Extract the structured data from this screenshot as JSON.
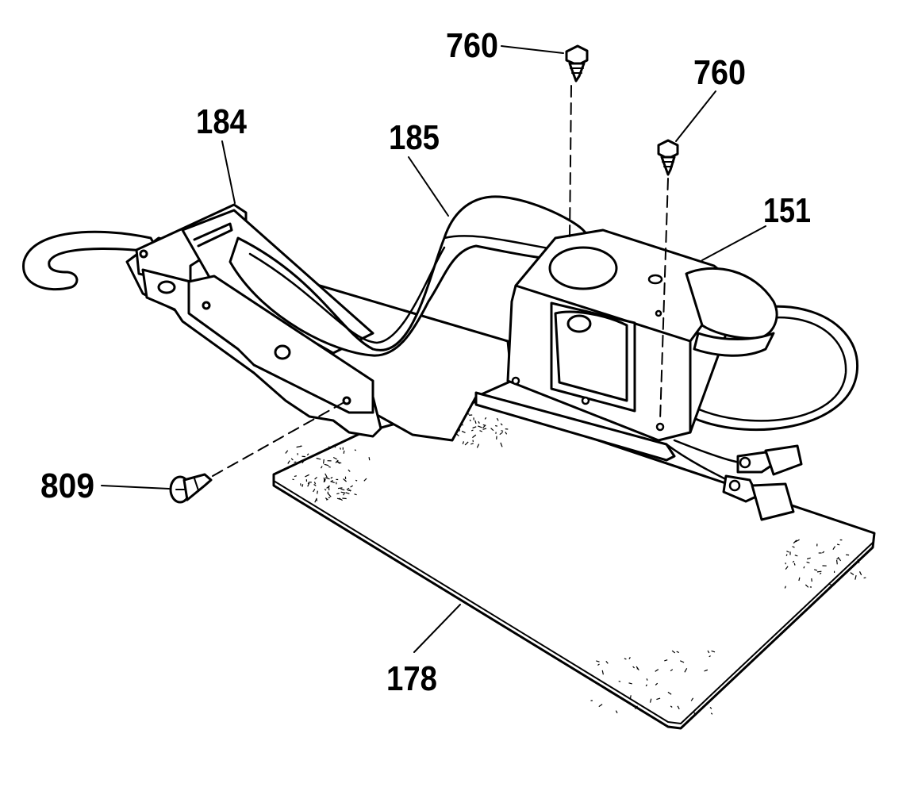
{
  "colors": {
    "ink": "#000000",
    "paper": "#ffffff"
  },
  "callouts": [
    {
      "id": "screw-top-a",
      "label": "760"
    },
    {
      "id": "screw-top-b",
      "label": "760"
    },
    {
      "id": "bracket",
      "label": "184"
    },
    {
      "id": "arm",
      "label": "185"
    },
    {
      "id": "motor",
      "label": "151"
    },
    {
      "id": "screw-side",
      "label": "809"
    },
    {
      "id": "pad",
      "label": "178"
    }
  ]
}
